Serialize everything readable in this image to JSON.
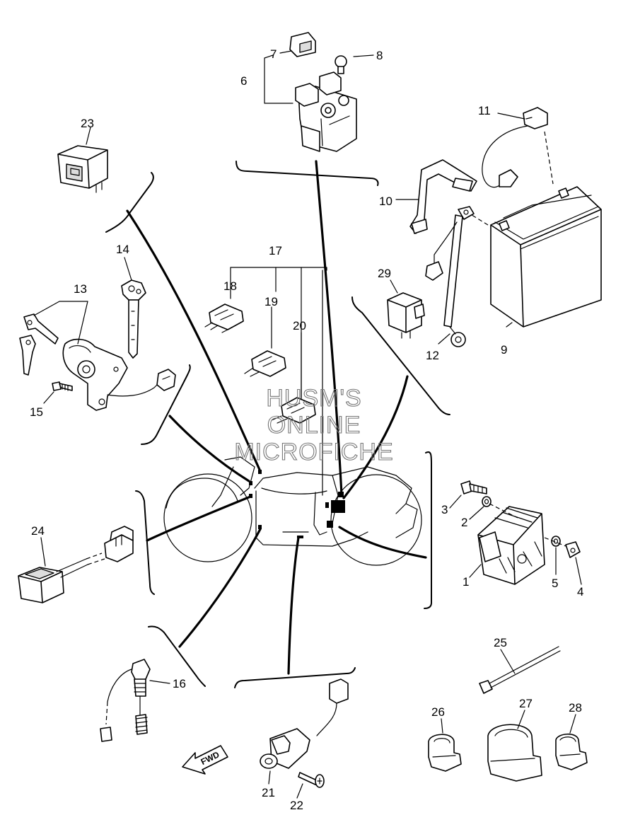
{
  "callouts": {
    "c1": "1",
    "c2": "2",
    "c3": "3",
    "c4": "4",
    "c5": "5",
    "c6": "6",
    "c7": "7",
    "c8": "8",
    "c9": "9",
    "c10": "10",
    "c11": "11",
    "c12": "12",
    "c13": "13",
    "c14": "14",
    "c15": "15",
    "c16": "16",
    "c17": "17",
    "c18": "18",
    "c19": "19",
    "c20": "20",
    "c21": "21",
    "c22": "22",
    "c23": "23",
    "c24": "24",
    "c25": "25",
    "c26": "26",
    "c27": "27",
    "c28": "28",
    "c29": "29"
  },
  "watermark": {
    "line1": "HUSM'S",
    "line2": "ONLINE",
    "line3": "MICROFICHE"
  },
  "direction_arrow": {
    "label": "FWD"
  }
}
